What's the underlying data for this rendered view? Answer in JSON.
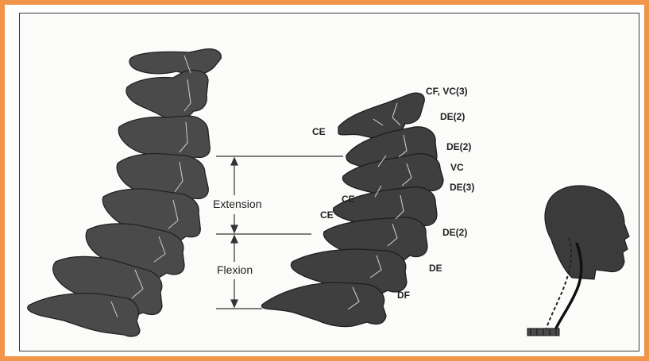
{
  "colors": {
    "frame": "#f0954a",
    "bone": "#4a4a4a",
    "bone_edge": "#2a2a2a",
    "crack": "#d8d8d8",
    "head": "#3b3b3b"
  },
  "measurement_labels": {
    "extension": "Extension",
    "flexion": "Flexion"
  },
  "injury_labels": {
    "cf_vc3": "CF, VC(3)",
    "de2_top": "DE(2)",
    "ce_top": "CE",
    "de2_mid": "DE(2)",
    "vc": "VC",
    "de3": "DE(3)",
    "ce_mid": "CE",
    "ce_low": "CE",
    "de2_low": "DE(2)",
    "de": "DE",
    "df": "DF"
  },
  "icons": {
    "left_spine": "cervical-spine-normal-icon",
    "right_spine": "cervical-spine-injured-icon",
    "head_model": "head-neck-model-icon"
  }
}
